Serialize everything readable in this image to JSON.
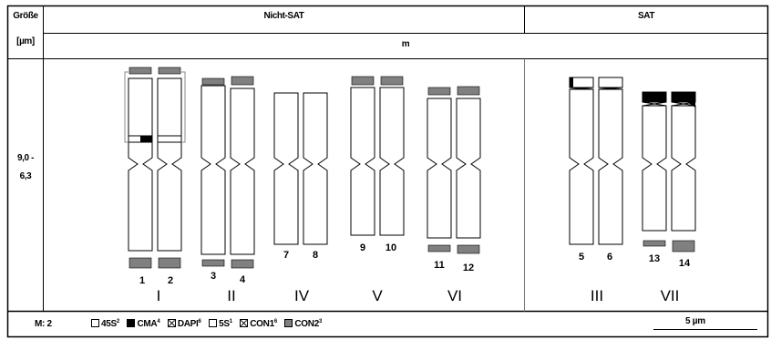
{
  "header": {
    "groesse_label": "Größe",
    "groesse_unit": "[µm]",
    "non_sat_title": "Nicht-SAT",
    "sat_title": "SAT",
    "type_label": "m"
  },
  "size_range": {
    "line1": "9,0 -",
    "line2": "6,3"
  },
  "groups": [
    {
      "roman": "I",
      "numbers": [
        "1",
        "2"
      ]
    },
    {
      "roman": "II",
      "numbers": [
        "3",
        "4"
      ]
    },
    {
      "roman": "IV",
      "numbers": [
        "7",
        "8"
      ]
    },
    {
      "roman": "V",
      "numbers": [
        "9",
        "10"
      ]
    },
    {
      "roman": "VI",
      "numbers": [
        "11",
        "12"
      ]
    },
    {
      "roman": "III",
      "numbers": [
        "5",
        "6"
      ]
    },
    {
      "roman": "VII",
      "numbers": [
        "13",
        "14"
      ]
    }
  ],
  "footer": {
    "m_label": "M: 2",
    "legend": [
      {
        "label": "45S",
        "sup": "2",
        "swatch": "white"
      },
      {
        "label": "CMA",
        "sup": "4",
        "swatch": "black"
      },
      {
        "label": "DAPI",
        "sup": "6",
        "swatch": "cross"
      },
      {
        "label": "5S",
        "sup": "1",
        "swatch": "white"
      },
      {
        "label": "CON1",
        "sup": "6",
        "swatch": "cross"
      },
      {
        "label": "CON2",
        "sup": "3",
        "swatch": "grey"
      }
    ],
    "scale_label": "5 µm"
  },
  "colors": {
    "band_grey": "#808080",
    "band_black": "#000000",
    "border": "#000000"
  }
}
